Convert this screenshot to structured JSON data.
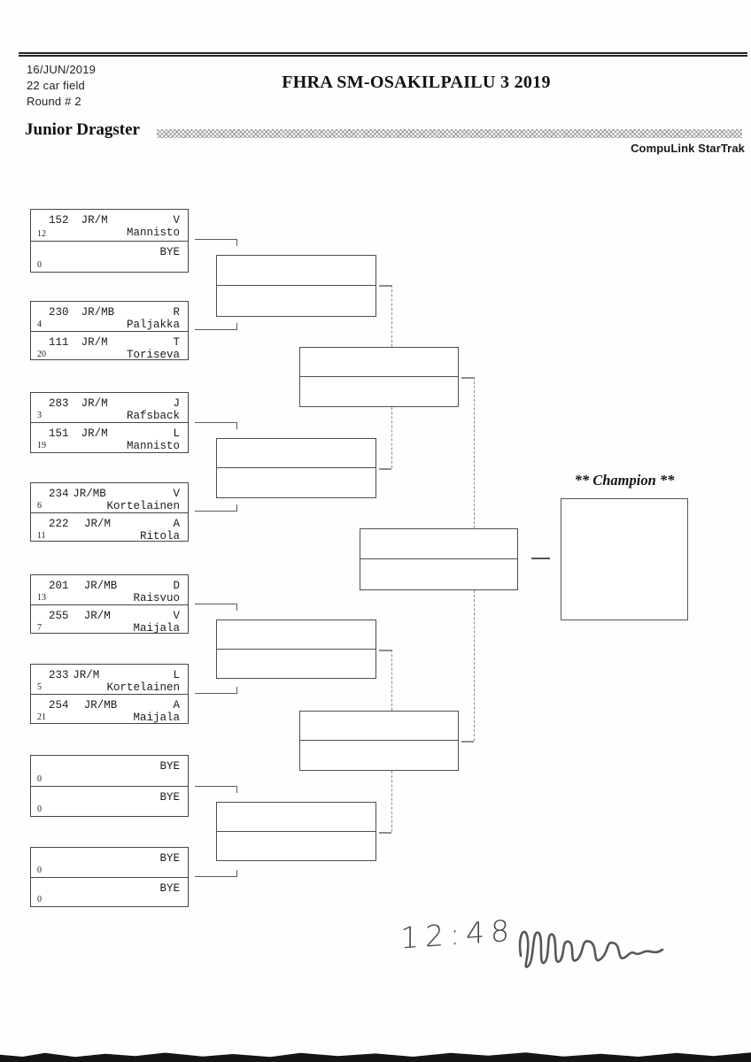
{
  "page": {
    "date": "16/JUN/2019",
    "field_size": "22 car field",
    "round": "Round # 2",
    "title": "FHRA SM-OSAKILPAILU 3 2019",
    "category": "Junior Dragster",
    "brand": "CompuLink StarTrak",
    "champion_label": "** Champion **",
    "handwritten_time": "12:48"
  },
  "bracket": {
    "round1": [
      {
        "entries": [
          {
            "car": "152",
            "cls": "JR/M",
            "driver": "V Mannisto",
            "lane": "12"
          },
          {
            "car": "",
            "cls": "",
            "driver": "BYE",
            "lane": "0"
          }
        ]
      },
      {
        "entries": [
          {
            "car": "230",
            "cls": "JR/MB",
            "driver": "R Paljakka",
            "lane": "4"
          },
          {
            "car": "111",
            "cls": "JR/M",
            "driver": "T Toriseva",
            "lane": "20"
          }
        ]
      },
      {
        "entries": [
          {
            "car": "283",
            "cls": "JR/M",
            "driver": "J Rafsback",
            "lane": "3"
          },
          {
            "car": "151",
            "cls": "JR/M",
            "driver": "L Mannisto",
            "lane": "19"
          }
        ]
      },
      {
        "entries": [
          {
            "car": "234",
            "cls": "JR/MB",
            "driver": "V Kortelainen",
            "lane": "6"
          },
          {
            "car": "222",
            "cls": "JR/M",
            "driver": "A Ritola",
            "lane": "11"
          }
        ]
      },
      {
        "entries": [
          {
            "car": "201",
            "cls": "JR/MB",
            "driver": "D Raisvuo",
            "lane": "13"
          },
          {
            "car": "255",
            "cls": "JR/M",
            "driver": "V Maijala",
            "lane": "7"
          }
        ]
      },
      {
        "entries": [
          {
            "car": "233",
            "cls": "JR/M",
            "driver": "L Kortelainen",
            "lane": "5"
          },
          {
            "car": "254",
            "cls": "JR/MB",
            "driver": "A Maijala",
            "lane": "21"
          }
        ]
      },
      {
        "entries": [
          {
            "car": "",
            "cls": "",
            "driver": "BYE",
            "lane": "0"
          },
          {
            "car": "",
            "cls": "",
            "driver": "BYE",
            "lane": "0"
          }
        ]
      },
      {
        "entries": [
          {
            "car": "",
            "cls": "",
            "driver": "BYE",
            "lane": "0"
          },
          {
            "car": "",
            "cls": "",
            "driver": "BYE",
            "lane": "0"
          }
        ]
      }
    ]
  },
  "colors": {
    "ink": "#1d1d1d",
    "box-border": "#474747",
    "dash": "#8d8d8d",
    "scan-bar": "#151515"
  }
}
